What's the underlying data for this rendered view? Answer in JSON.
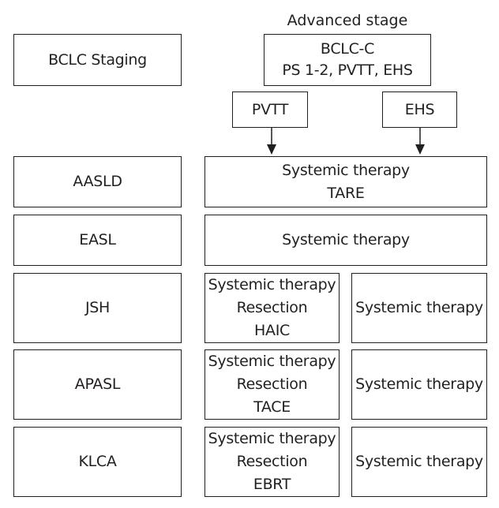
{
  "header": {
    "advanced_stage_label": "Advanced stage",
    "bclc_staging": "BCLC Staging",
    "bclc_c": {
      "line1": "BCLC-C",
      "line2": "PS 1-2, PVTT, EHS"
    },
    "pvtt": "PVTT",
    "ehs": "EHS"
  },
  "rows": {
    "aasld": {
      "name": "AASLD",
      "combined": [
        "Systemic therapy",
        "TARE"
      ]
    },
    "easl": {
      "name": "EASL",
      "combined": [
        "Systemic therapy"
      ]
    },
    "jsh": {
      "name": "JSH",
      "pvtt": [
        "Systemic therapy",
        "Resection",
        "HAIC"
      ],
      "ehs": "Systemic therapy"
    },
    "apasl": {
      "name": "APASL",
      "pvtt": [
        "Systemic therapy",
        "Resection",
        "TACE"
      ],
      "ehs": "Systemic therapy"
    },
    "klca": {
      "name": "KLCA",
      "pvtt": [
        "Systemic therapy",
        "Resection",
        "EBRT"
      ],
      "ehs": "Systemic therapy"
    }
  }
}
